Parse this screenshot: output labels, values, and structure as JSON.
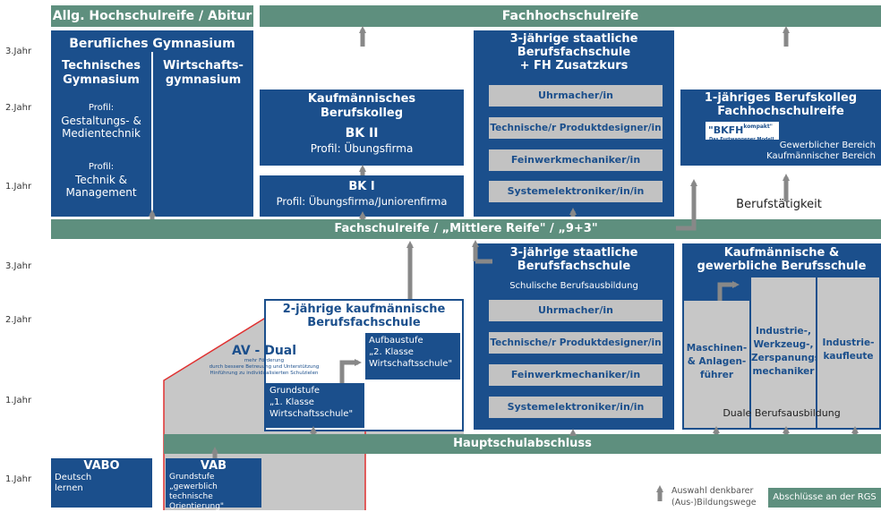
{
  "years": {
    "y3": "3.Jahr",
    "y2": "2.Jahr",
    "y1": "1.Jahr"
  },
  "top": {
    "abitur": "Allg. Hochschulreife / Abitur",
    "fhr": "Fachhochschulreife"
  },
  "bg": {
    "title": "Berufliches Gymnasium",
    "tg_title": [
      "Technisches",
      "Gymnasium"
    ],
    "wg_title": [
      "Wirtschafts-",
      "gymnasium"
    ],
    "profil1_label": "Profil:",
    "profil1": [
      "Gestaltungs- &",
      "Medientechnik"
    ],
    "profil2_label": "Profil:",
    "profil2": [
      "Technik &",
      "Management"
    ]
  },
  "bk": {
    "title": [
      "Kaufmännisches",
      "Berufskolleg"
    ],
    "bk2": "BK II",
    "bk2_profil": "Profil: Übungsfirma",
    "bk1": "BK I",
    "bk1_profil": "Profil: Übungsfirma/Juniorenfirma"
  },
  "bfs_top": {
    "title": [
      "3-jährige staatliche",
      "Berufsfachschule",
      "+ FH Zusatzkurs"
    ],
    "items": [
      "Uhrmacher/in",
      "Technische/r Produktdesigner/in",
      "Feinwerkmechaniker/in",
      "Systemelektroniker/in/in"
    ]
  },
  "bkfh": {
    "title": [
      "1-jähriges Berufskolleg",
      "Fachhochschulreife"
    ],
    "logo": "\"BKFH",
    "logo_sup": "kompakt\"",
    "logo_sub": "Das Furtwangener Modell",
    "line1": "Gewerblicher Bereich",
    "line2": "Kaufmännischer Bereich"
  },
  "berufstaetigkeit": "Berufstätigkeit",
  "mittlere_reife": "Fachschulreife / „Mittlere Reife\" / „9+3\"",
  "bfs_bottom": {
    "title": [
      "3-jährige staatliche",
      "Berufsfachschule"
    ],
    "subtitle": "Schulische Berufsausbildung",
    "items": [
      "Uhrmacher/in",
      "Technische/r Produktdesigner/in",
      "Feinwerkmechaniker/in",
      "Systemelektroniker/in/in"
    ]
  },
  "kgb": {
    "title": [
      "Kaufmännische &",
      "gewerbliche Berufsschule"
    ],
    "cols": [
      [
        "Maschinen-",
        "& Anlagen-",
        "führer"
      ],
      [
        "Industrie-,",
        "Werkzeug-,",
        "Zerspanungs-",
        "mechaniker"
      ],
      [
        "Industrie-",
        "kaufleute"
      ]
    ],
    "footer": "Duale Berufsausbildung"
  },
  "bfs2": {
    "title": [
      "2-jährige kaufmännische",
      "Berufsfachschule"
    ],
    "aufbau": [
      "Aufbaustufe",
      "„2. Klasse",
      "Wirtschaftsschule\""
    ],
    "grund": [
      "Grundstufe",
      "„1. Klasse",
      "Wirtschaftsschule\""
    ]
  },
  "av": {
    "title": "AV - Dual",
    "sub": [
      "mehr Förderung",
      "durch bessere Betreuung und Unterstützung",
      "Hinführung zu individualisierten Schulzielen"
    ]
  },
  "hauptschul": "Hauptschulabschluss",
  "vabo": {
    "title": "VABO",
    "lines": [
      "Deutsch",
      "lernen"
    ]
  },
  "vab": {
    "title": "VAB",
    "lines": [
      "Grundstufe",
      "„gewerblich technische",
      "Orientierung\""
    ]
  },
  "legend": {
    "arrow_text": [
      "Auswahl denkbarer",
      "(Aus-)Bildungswege"
    ],
    "rgs": "Abschlüsse an der RGS"
  }
}
